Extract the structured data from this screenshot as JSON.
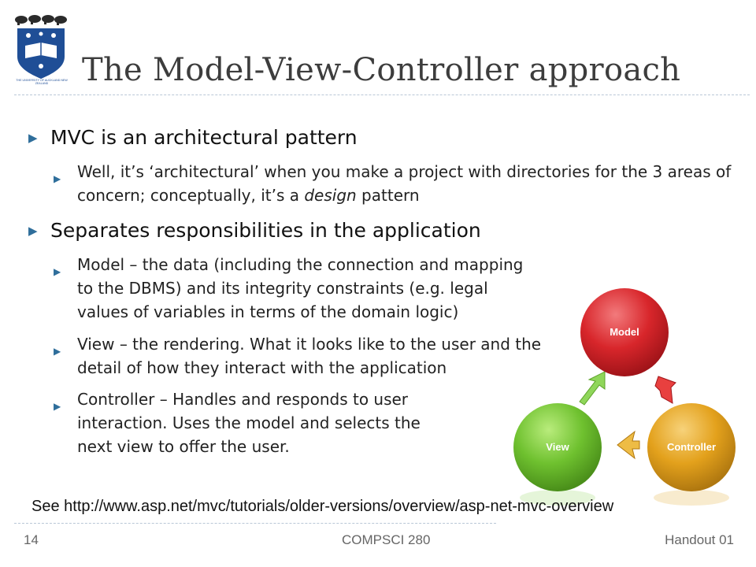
{
  "slide": {
    "title": "The Model-View-Controller approach",
    "bullets": [
      {
        "text": "MVC is an architectural pattern",
        "sub": [
          {
            "text_before": "Well, it’s ‘architectural’ when you make a project with directories for the 3 areas of concern; conceptually, it’s a ",
            "emphasis": "design",
            "text_after": " pattern"
          }
        ]
      },
      {
        "text": "Separates responsibilities in the application",
        "sub": [
          {
            "text": "Model – the data (including the connection and mapping to the DBMS) and its integrity constraints (e.g. legal values of variables in terms of the domain logic)"
          },
          {
            "text": "View – the rendering. What it looks like to the user and the detail of how they interact with the application"
          },
          {
            "text": "Controller – Handles and responds to user interaction. Uses the model and selects the next view to offer the user."
          }
        ]
      }
    ],
    "diagram": {
      "nodes": [
        {
          "label": "Model",
          "color": "#d8262b"
        },
        {
          "label": "View",
          "color": "#6fc12f"
        },
        {
          "label": "Controller",
          "color": "#e3a11c"
        }
      ]
    },
    "reference": "See http://www.asp.net/mvc/tutorials/older-versions/overview/asp-net-mvc-overview",
    "footer": {
      "page_number": "14",
      "course": "COMPSCI 280",
      "handout": "Handout 01"
    },
    "logo": {
      "text": "THE UNIVERSITY OF AUCKLAND NEW ZEALAND"
    }
  }
}
